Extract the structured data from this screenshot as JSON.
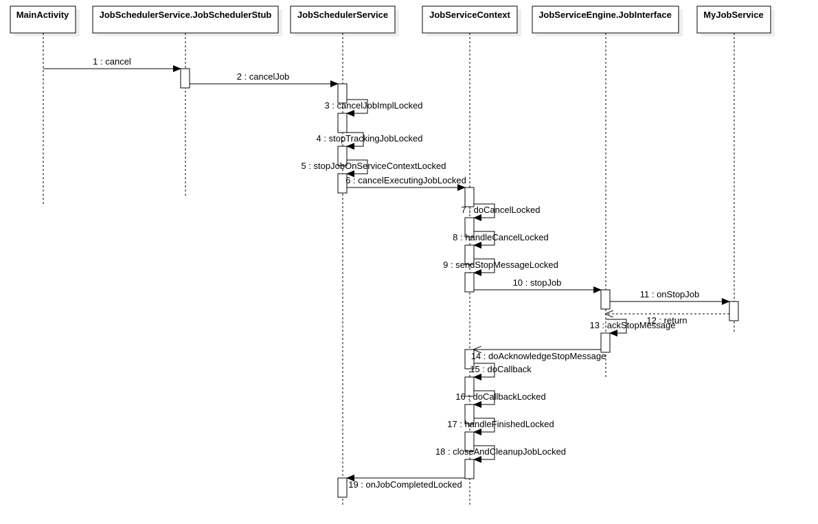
{
  "participants": [
    {
      "id": "main",
      "label": "MainActivity"
    },
    {
      "id": "stub",
      "label": "JobSchedulerService.JobSchedulerStub"
    },
    {
      "id": "jss",
      "label": "JobSchedulerService"
    },
    {
      "id": "jsc",
      "label": "JobServiceContext"
    },
    {
      "id": "jse",
      "label": "JobServiceEngine.JobInterface"
    },
    {
      "id": "mjs",
      "label": "MyJobService"
    }
  ],
  "messages": [
    {
      "label": "1 : cancel",
      "from": "main",
      "to": "stub",
      "kind": "call"
    },
    {
      "label": "2 : cancelJob",
      "from": "stub",
      "to": "jss",
      "kind": "call"
    },
    {
      "label": "3 : cancelJobImplLocked",
      "from": "jss",
      "to": "jss",
      "kind": "self"
    },
    {
      "label": "4 : stopTrackingJobLocked",
      "from": "jss",
      "to": "jss",
      "kind": "self"
    },
    {
      "label": "5 : stopJobOnServiceContextLocked",
      "from": "jss",
      "to": "jss",
      "kind": "self"
    },
    {
      "label": "6 : cancelExecutingJobLocked",
      "from": "jss",
      "to": "jsc",
      "kind": "call"
    },
    {
      "label": "7 : doCancelLocked",
      "from": "jsc",
      "to": "jsc",
      "kind": "self"
    },
    {
      "label": "8 : handleCancelLocked",
      "from": "jsc",
      "to": "jsc",
      "kind": "self"
    },
    {
      "label": "9 : sendStopMessageLocked",
      "from": "jsc",
      "to": "jsc",
      "kind": "self"
    },
    {
      "label": "10 : stopJob",
      "from": "jsc",
      "to": "jse",
      "kind": "call"
    },
    {
      "label": "11 : onStopJob",
      "from": "jse",
      "to": "mjs",
      "kind": "call"
    },
    {
      "label": "12 : return",
      "from": "mjs",
      "to": "jse",
      "kind": "return"
    },
    {
      "label": "13 : ackStopMessage",
      "from": "jse",
      "to": "jse",
      "kind": "self"
    },
    {
      "label": "14 : doAcknowledgeStopMessage",
      "from": "jse",
      "to": "jsc",
      "kind": "async"
    },
    {
      "label": "15 : doCallback",
      "from": "jsc",
      "to": "jsc",
      "kind": "self"
    },
    {
      "label": "16 : doCallbackLocked",
      "from": "jsc",
      "to": "jsc",
      "kind": "self"
    },
    {
      "label": "17 : handleFinishedLocked",
      "from": "jsc",
      "to": "jsc",
      "kind": "self"
    },
    {
      "label": "18 : closeAndCleanupJobLocked",
      "from": "jsc",
      "to": "jsc",
      "kind": "self"
    },
    {
      "label": "19 : onJobCompletedLocked",
      "from": "jsc",
      "to": "jss",
      "kind": "call"
    }
  ]
}
